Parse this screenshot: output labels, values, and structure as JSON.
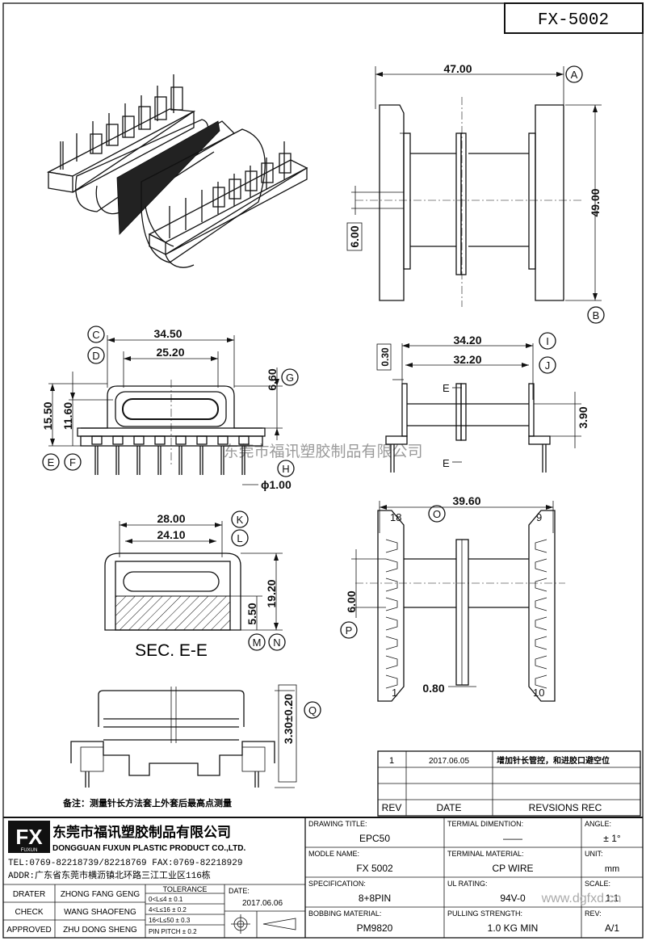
{
  "drawing_no": "FX-5002",
  "dims": {
    "d4700": "47.00",
    "d4900": "49.00",
    "d600a": "6.00",
    "d3450": "34.50",
    "d2520": "25.20",
    "d660": "6.60",
    "d1550": "15.50",
    "d1160": "11.60",
    "d100": "ϕ1.00",
    "d3420": "34.20",
    "d3220": "32.20",
    "d030": "0.30",
    "d390": "3.90",
    "d2800": "28.00",
    "d2410": "24.10",
    "d1920": "19.20",
    "d550": "5.50",
    "d3960": "39.60",
    "d600b": "6.00",
    "d080": "0.80",
    "d330": "3.30±0.20"
  },
  "bubbles": [
    "A",
    "B",
    "C",
    "D",
    "E",
    "F",
    "G",
    "H",
    "I",
    "J",
    "K",
    "L",
    "M",
    "N",
    "O",
    "P",
    "Q"
  ],
  "section_mark": "E",
  "section_title": "SEC. E-E",
  "pins": {
    "p18": "18",
    "p9": "9",
    "p1": "1",
    "p10": "10"
  },
  "watermark_company": "东莞市福讯塑胶制品有限公司",
  "note": "备注：测量针长方法套上外套后最高点测量",
  "revision": {
    "row": {
      "rev": "1",
      "date": "2017.06.05",
      "desc": "增加针长管控，和进胶口避空位"
    },
    "headers": {
      "rev": "REV",
      "date": "DATE",
      "desc": "REVSIONS REC"
    }
  },
  "company": {
    "logo_letters": "FX",
    "logo_sub": "FUXUN",
    "name_cn": "东莞市福讯塑胶制品有限公司",
    "name_en": "DONGGUAN FUXUN PLASTIC PRODUCT CO.,LTD.",
    "tel": "TEL:0769-82218739/82218769 FAX:0769-82218929",
    "addr": "ADDR:广东省东莞市横沥镇北环路三江工业区116栋"
  },
  "title_block": {
    "drawing_title_label": "DRAWING TITLE:",
    "drawing_title": "EPC50",
    "terminal_dim_label": "TERMIAL DIMENTION:",
    "terminal_dim": "——",
    "angle_label": "ANGLE:",
    "angle": "± 1°",
    "model_label": "MODLE NAME:",
    "model": "FX 5002",
    "terminal_mat_label": "TERMINAL MATERIAL:",
    "terminal_mat": "CP WIRE",
    "unit_label": "UNIT:",
    "unit": "mm",
    "spec_label": "SPECIFICATION:",
    "spec": "8+8PIN",
    "ul_label": "UL RATING:",
    "ul": "94V-0",
    "scale_label": "SCALE:",
    "scale": "1:1",
    "bobbin_label": "BOBBING MATERIAL:",
    "bobbin": "PM9820",
    "pulling_label": "PULLING STRENGTH:",
    "pulling": "1.0 KG MIN",
    "rev_label": "REV:",
    "rev": "A/1"
  },
  "sign": {
    "drater_label": "DRATER",
    "drater": "ZHONG FANG GENG",
    "check_label": "CHECK",
    "check": "WANG SHAOFENG",
    "approved_label": "APPROVED",
    "approved": "ZHU DONG SHENG",
    "tol_title": "TOLERANCE",
    "tol1": "0<L≤4   ± 0.1",
    "tol2": "4<L≤16  ± 0.2",
    "tol3": "16<L≤50 ± 0.3",
    "tol4": "PIN PITCH ± 0.2",
    "date_label": "DATE:",
    "date": "2017.06.06"
  },
  "website": "www.dgfxd.cn"
}
